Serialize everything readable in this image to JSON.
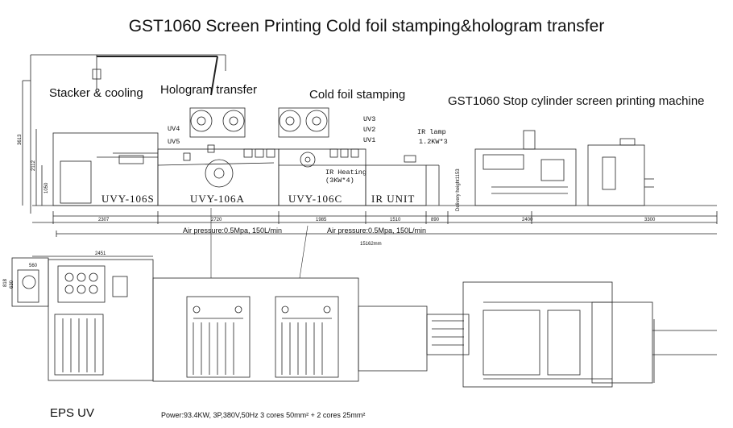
{
  "title": "GST1060 Screen Printing Cold foil stamping&hologram transfer",
  "side_labels": {
    "stacker": "Stacker & cooling",
    "hologram": "Hologram transfer",
    "cold_foil": "Cold foil stamping",
    "screen_machine": "GST1060 Stop cylinder screen printing machine"
  },
  "units": {
    "uvy106s": "UVY-106S",
    "uvy106a": "UVY-106A",
    "uvy106c": "UVY-106C",
    "ir_unit": "IR UNIT"
  },
  "small": {
    "uv4": "UV4",
    "uv5": "UV5",
    "uv3": "UV3",
    "uv2": "UV2",
    "uv1": "UV1",
    "ir_lamp": "IR lamp",
    "ir_lamp_power": "1.2KW*3",
    "ir_heating": "IR Heating",
    "ir_heating_power": "(3KW*4)",
    "delivery_height": "Delivery height1153"
  },
  "dims": {
    "h3613": "3613",
    "h2112": "2112",
    "h1050": "1050",
    "w2307": "2307",
    "w2720": "2720",
    "w1985": "1985",
    "w1510": "1510",
    "w890": "890",
    "w2400": "2400",
    "w3300": "3300",
    "total": "15162mm",
    "w2451": "2451",
    "w560": "560",
    "d818": "818",
    "d630": "630"
  },
  "annotations": {
    "air1": "Air pressure:0.5Mpa, 150L/min",
    "air2": "Air pressure:0.5Mpa, 150L/min",
    "eps_uv": "EPS UV",
    "power": "Power:93.4KW, 3P,380V,50Hz    3 cores 50mm² + 2 cores 25mm²"
  }
}
